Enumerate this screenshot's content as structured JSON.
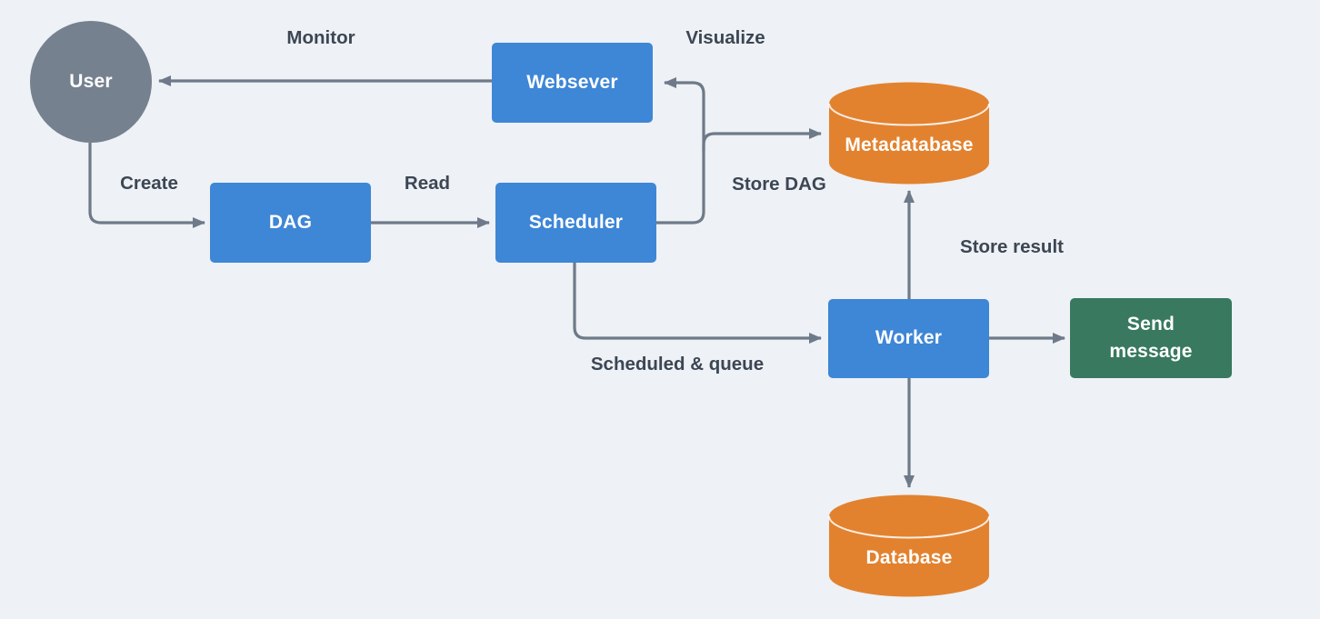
{
  "colors": {
    "background": "#eef1f5",
    "blue": "#3e86d6",
    "gray_node": "#76818f",
    "orange": "#e2822f",
    "green": "#38795f",
    "arrow": "#6e7a89",
    "label_text": "#3c4654",
    "node_text": "#ffffff"
  },
  "nodes": {
    "user": {
      "label": "User",
      "shape": "circle"
    },
    "websever": {
      "label": "Websever",
      "shape": "rect"
    },
    "dag": {
      "label": "DAG",
      "shape": "rect"
    },
    "scheduler": {
      "label": "Scheduler",
      "shape": "rect"
    },
    "metadatabase": {
      "label": "Metadatabase",
      "shape": "cylinder"
    },
    "worker": {
      "label": "Worker",
      "shape": "rect"
    },
    "send_message": {
      "label_line1": "Send",
      "label_line2": "message",
      "shape": "rect"
    },
    "database": {
      "label": "Database",
      "shape": "cylinder"
    }
  },
  "edge_labels": {
    "monitor": "Monitor",
    "create": "Create",
    "read": "Read",
    "visualize": "Visualize",
    "store_dag": "Store DAG",
    "store_result": "Store result",
    "scheduled_queue": "Scheduled & queue"
  }
}
